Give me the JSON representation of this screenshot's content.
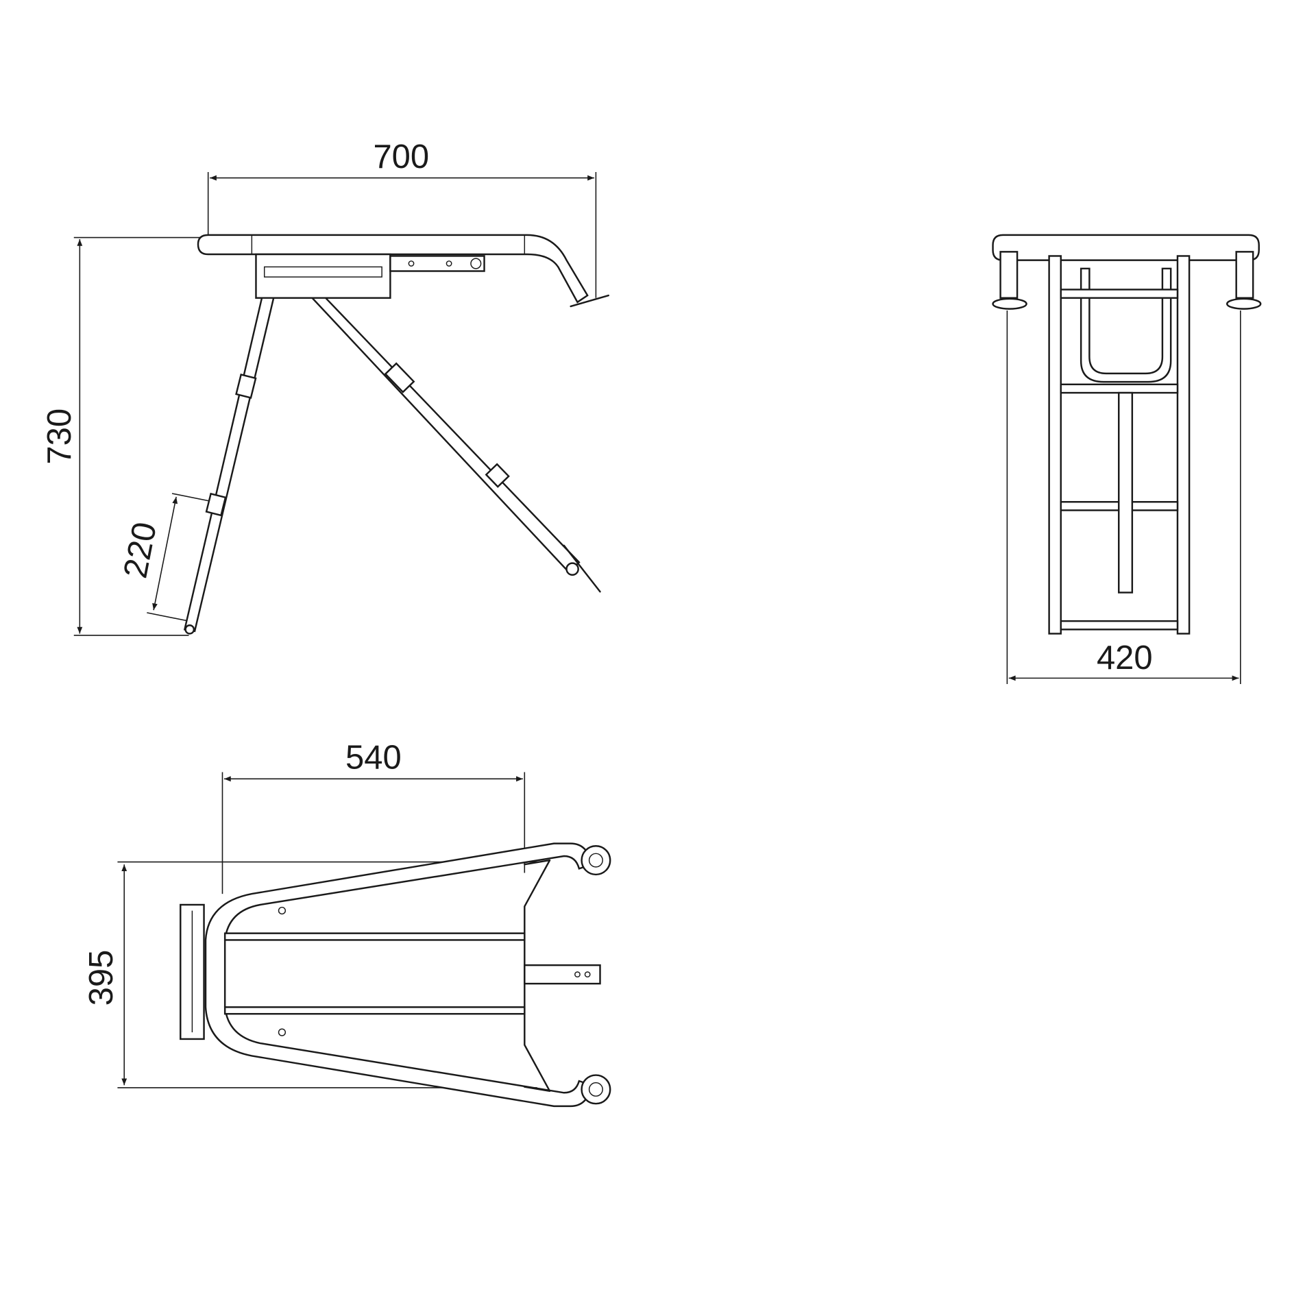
{
  "drawing": {
    "side_view": {
      "width_label": "700",
      "height_label": "730",
      "leg_extension_label": "220"
    },
    "front_view": {
      "width_label": "420"
    },
    "top_view": {
      "length_label": "540",
      "width_label": "395"
    }
  }
}
